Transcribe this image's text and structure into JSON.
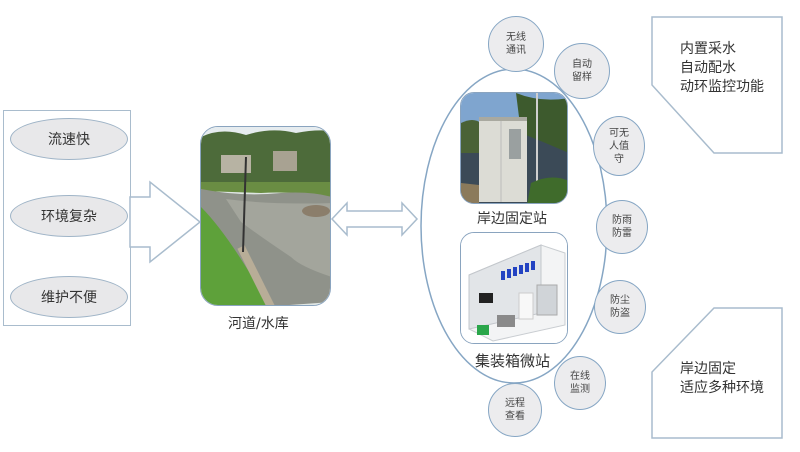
{
  "left_panel": {
    "challenges": [
      {
        "label": "流速快"
      },
      {
        "label": "环境复杂"
      },
      {
        "label": "维护不便"
      }
    ]
  },
  "center": {
    "photo_icon": "river-photo",
    "caption": "河道/水库"
  },
  "station_group": {
    "stations": [
      {
        "label": "岸边固定站",
        "photo_icon": "shore-station-cabinet-photo"
      },
      {
        "label": "集装箱微站",
        "photo_icon": "container-micro-station-render"
      }
    ],
    "features": [
      {
        "label": "无线\n通讯"
      },
      {
        "label": "自动\n留样"
      },
      {
        "label": "可无\n人值\n守"
      },
      {
        "label": "防雨\n防雷"
      },
      {
        "label": "防尘\n防盗"
      },
      {
        "label": "在线\n监测"
      },
      {
        "label": "远程\n查看"
      }
    ]
  },
  "notes": {
    "top": "内置采水\n自动配水\n动环监控功能",
    "bottom": "岸边固定\n适应多种环境"
  },
  "colors": {
    "outline": "#86a6c4",
    "bubble_fill": "#ececee",
    "pill_fill": "#e8e8ea",
    "text": "#333333"
  }
}
